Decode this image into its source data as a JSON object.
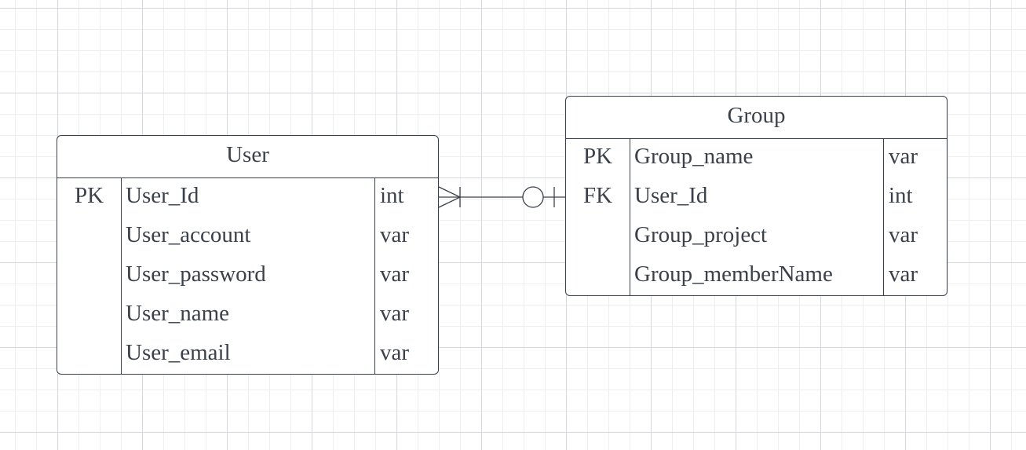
{
  "entities": {
    "user": {
      "title": "User",
      "rows": [
        {
          "key": "PK",
          "name": "User_Id",
          "type": "int"
        },
        {
          "key": "",
          "name": "User_account",
          "type": "var"
        },
        {
          "key": "",
          "name": "User_password",
          "type": "var"
        },
        {
          "key": "",
          "name": "User_name",
          "type": "var"
        },
        {
          "key": "",
          "name": "User_email",
          "type": "var"
        }
      ]
    },
    "group": {
      "title": "Group",
      "rows": [
        {
          "key": "PK",
          "name": "Group_name",
          "type": "var"
        },
        {
          "key": "FK",
          "name": "User_Id",
          "type": "int"
        },
        {
          "key": "",
          "name": "Group_project",
          "type": "var"
        },
        {
          "key": "",
          "name": "Group_memberName",
          "type": "var"
        }
      ]
    }
  },
  "relationship": {
    "from_entity": "User",
    "from_field": "User_Id",
    "from_cardinality": "one-or-many",
    "to_entity": "Group",
    "to_field": "User_Id",
    "to_cardinality": "zero-or-one"
  },
  "colors": {
    "stroke": "#3a414a",
    "grid_major": "#d4d8dc",
    "grid_minor": "#eceef0",
    "background": "#ffffff"
  }
}
